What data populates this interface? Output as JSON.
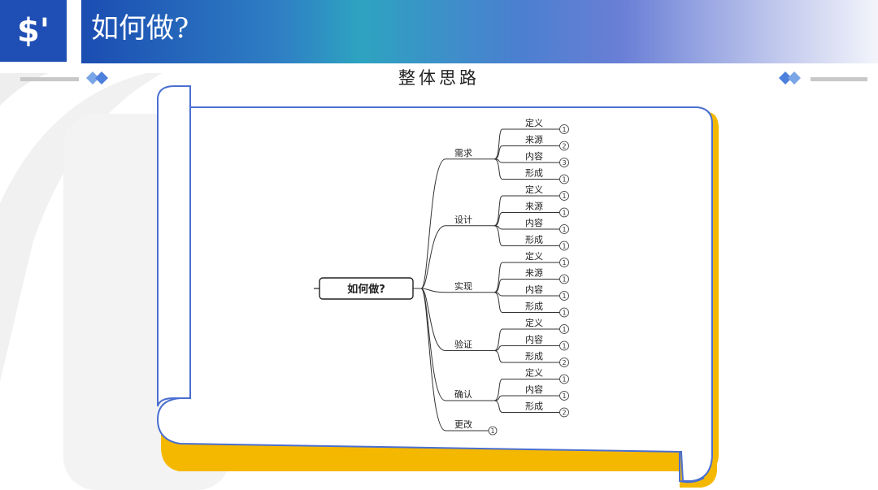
{
  "header": {
    "logo_text": "$'",
    "title": "如何做?"
  },
  "subtitle": "整体思路",
  "colors": {
    "brand_blue": "#1f4fb4",
    "scroll_outline": "#4a6fd0",
    "scroll_shadow": "#f5b800"
  },
  "mindmap": {
    "root": "如何做?",
    "branches": [
      {
        "label": "需求",
        "children": [
          {
            "label": "定义",
            "count": "1"
          },
          {
            "label": "来源",
            "count": "2"
          },
          {
            "label": "内容",
            "count": "3"
          },
          {
            "label": "形成",
            "count": "1"
          }
        ]
      },
      {
        "label": "设计",
        "children": [
          {
            "label": "定义",
            "count": "1"
          },
          {
            "label": "来源",
            "count": "1"
          },
          {
            "label": "内容",
            "count": "1"
          },
          {
            "label": "形成",
            "count": "1"
          }
        ]
      },
      {
        "label": "实现",
        "children": [
          {
            "label": "定义",
            "count": "1"
          },
          {
            "label": "来源",
            "count": "1"
          },
          {
            "label": "内容",
            "count": "1"
          },
          {
            "label": "形成",
            "count": "1"
          }
        ]
      },
      {
        "label": "验证",
        "children": [
          {
            "label": "定义",
            "count": "1"
          },
          {
            "label": "内容",
            "count": "1"
          },
          {
            "label": "形成",
            "count": "2"
          }
        ]
      },
      {
        "label": "确认",
        "children": [
          {
            "label": "定义",
            "count": "1"
          },
          {
            "label": "内容",
            "count": "1"
          },
          {
            "label": "形成",
            "count": "2"
          }
        ]
      },
      {
        "label": "更改",
        "count": "1",
        "children": []
      }
    ]
  }
}
